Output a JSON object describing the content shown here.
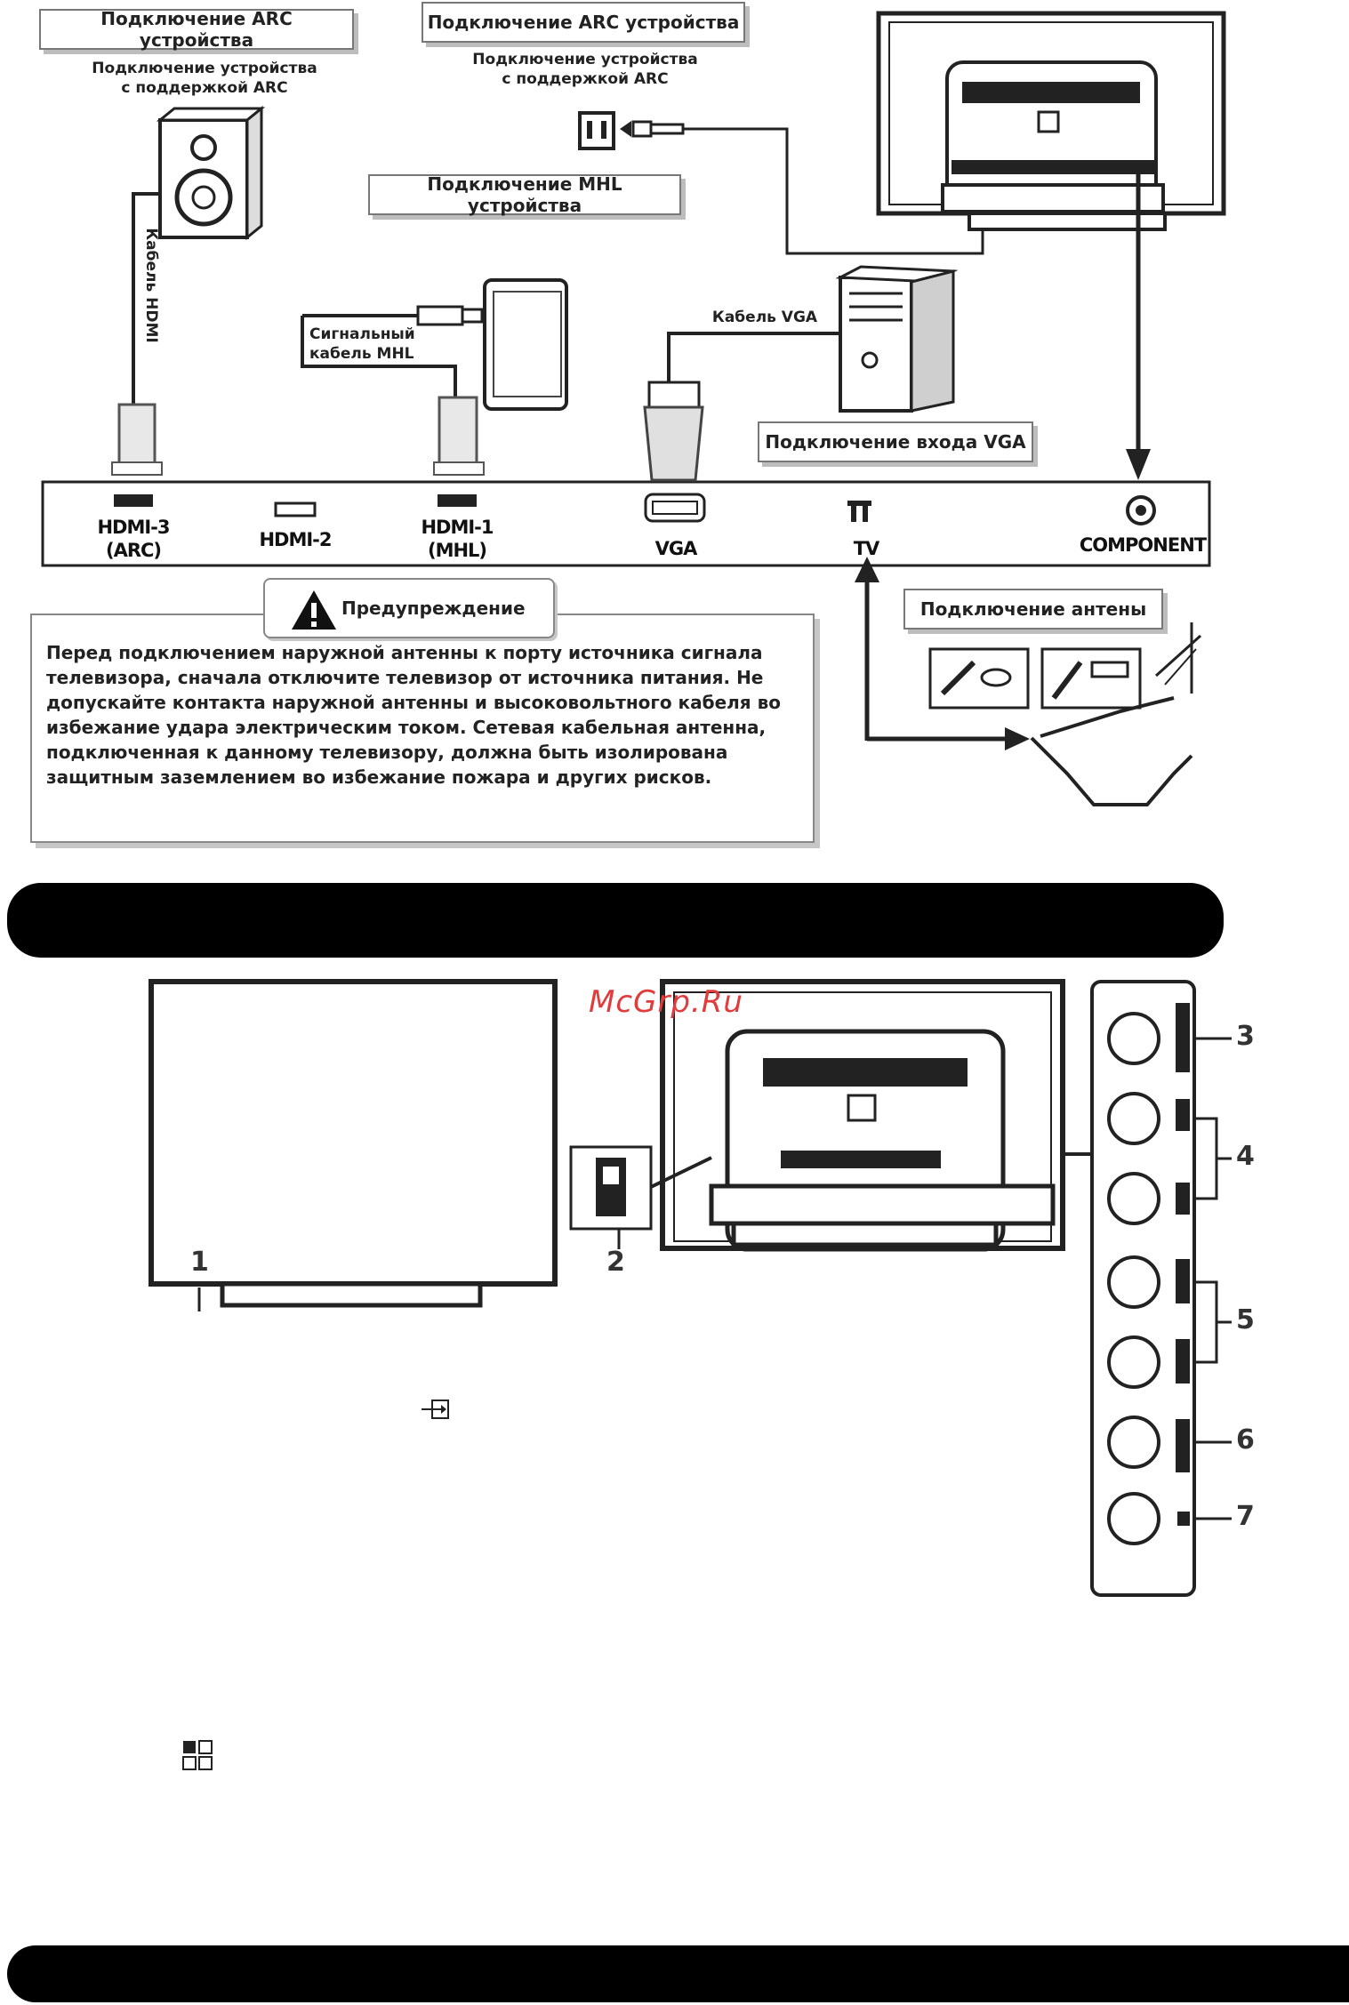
{
  "top_diagram": {
    "arc_label_left": "Подключение ARC  устройства",
    "arc_sub_left": "Подключение устройства\nс поддержкой ARC",
    "arc_label_right": "Подключение ARC  устройства",
    "arc_sub_right": "Подключение устройства\nс поддержкой ARC",
    "mhl_label": "Подключение MHL устройства",
    "hdmi_cable": "Кабель HDMI",
    "mhl_cable": "Сигнальный\nкабель MHL",
    "vga_cable": "Кабель VGA",
    "vga_label": "Подключение входа VGA",
    "antenna_label": "Подключение антены",
    "ports": {
      "hdmi3": "HDMI-3\n(ARC)",
      "hdmi2": "HDMI-2",
      "hdmi1": "HDMI-1\n(MHL)",
      "vga": "VGA",
      "tv": "TV",
      "component": "COMPONENT"
    }
  },
  "warning": {
    "title": "Предупреждение",
    "text": "Перед подключением наружной антенны к порту источника сигнала телевизора, сначала отключите телевизор от источника питания. Не допускайте контакта наружной антенны и высоковольтного кабеля во избежание удара электрическим током. Сетевая кабельная антенна, подключенная к данному телевизору, должна быть изолирована защитным заземлением во избежание пожара и других рисков."
  },
  "bottom_diagram": {
    "watermark": "McGrp.Ru",
    "callouts": [
      "1",
      "2",
      "3",
      "4",
      "5",
      "6",
      "7"
    ]
  }
}
